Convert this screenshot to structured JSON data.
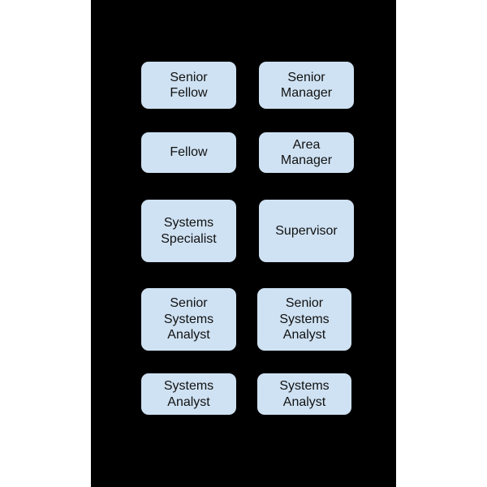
{
  "colors": {
    "background": "#000000",
    "box_fill": "#cfe2f3",
    "box_text": "#111111"
  },
  "left_column": [
    {
      "label": "Senior\nFellow"
    },
    {
      "label": "Fellow"
    },
    {
      "label": "Systems\nSpecialist"
    },
    {
      "label": "Senior\nSystems\nAnalyst"
    },
    {
      "label": "Systems\nAnalyst"
    }
  ],
  "right_column": [
    {
      "label": "Senior\nManager"
    },
    {
      "label": "Area\nManager"
    },
    {
      "label": "Supervisor"
    },
    {
      "label": "Senior\nSystems\nAnalyst"
    },
    {
      "label": "Systems\nAnalyst"
    }
  ]
}
